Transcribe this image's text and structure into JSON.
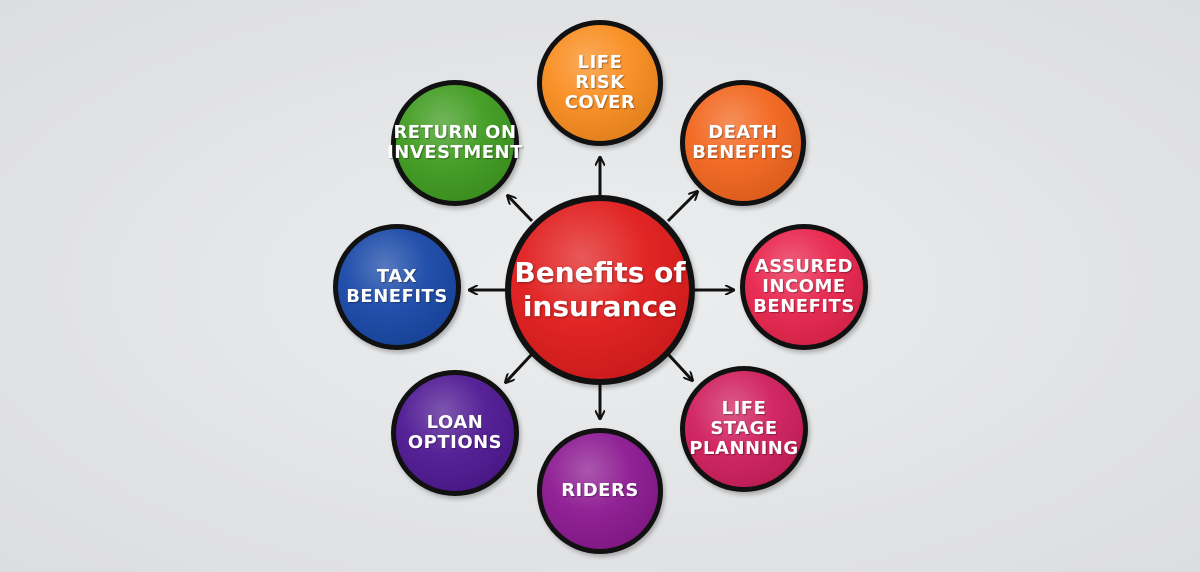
{
  "center": {
    "label": "Benefits of\ninsurance",
    "color": "#e01818"
  },
  "benefits": [
    {
      "label": "LIFE\nRISK\nCOVER",
      "color": "#f98b1c"
    },
    {
      "label": "DEATH\nBENEFITS",
      "color": "#f2631a"
    },
    {
      "label": "ASSURED\nINCOME\nBENEFITS",
      "color": "#e8214a"
    },
    {
      "label": "LIFE\nSTAGE\nPLANNING",
      "color": "#cf1b5a"
    },
    {
      "label": "RIDERS",
      "color": "#8a158f"
    },
    {
      "label": "LOAN\nOPTIONS",
      "color": "#4c1591"
    },
    {
      "label": "TAX\nBENEFITS",
      "color": "#1545a6"
    },
    {
      "label": "RETURN ON\nINVESTMENT",
      "color": "#3c9a1c"
    }
  ]
}
